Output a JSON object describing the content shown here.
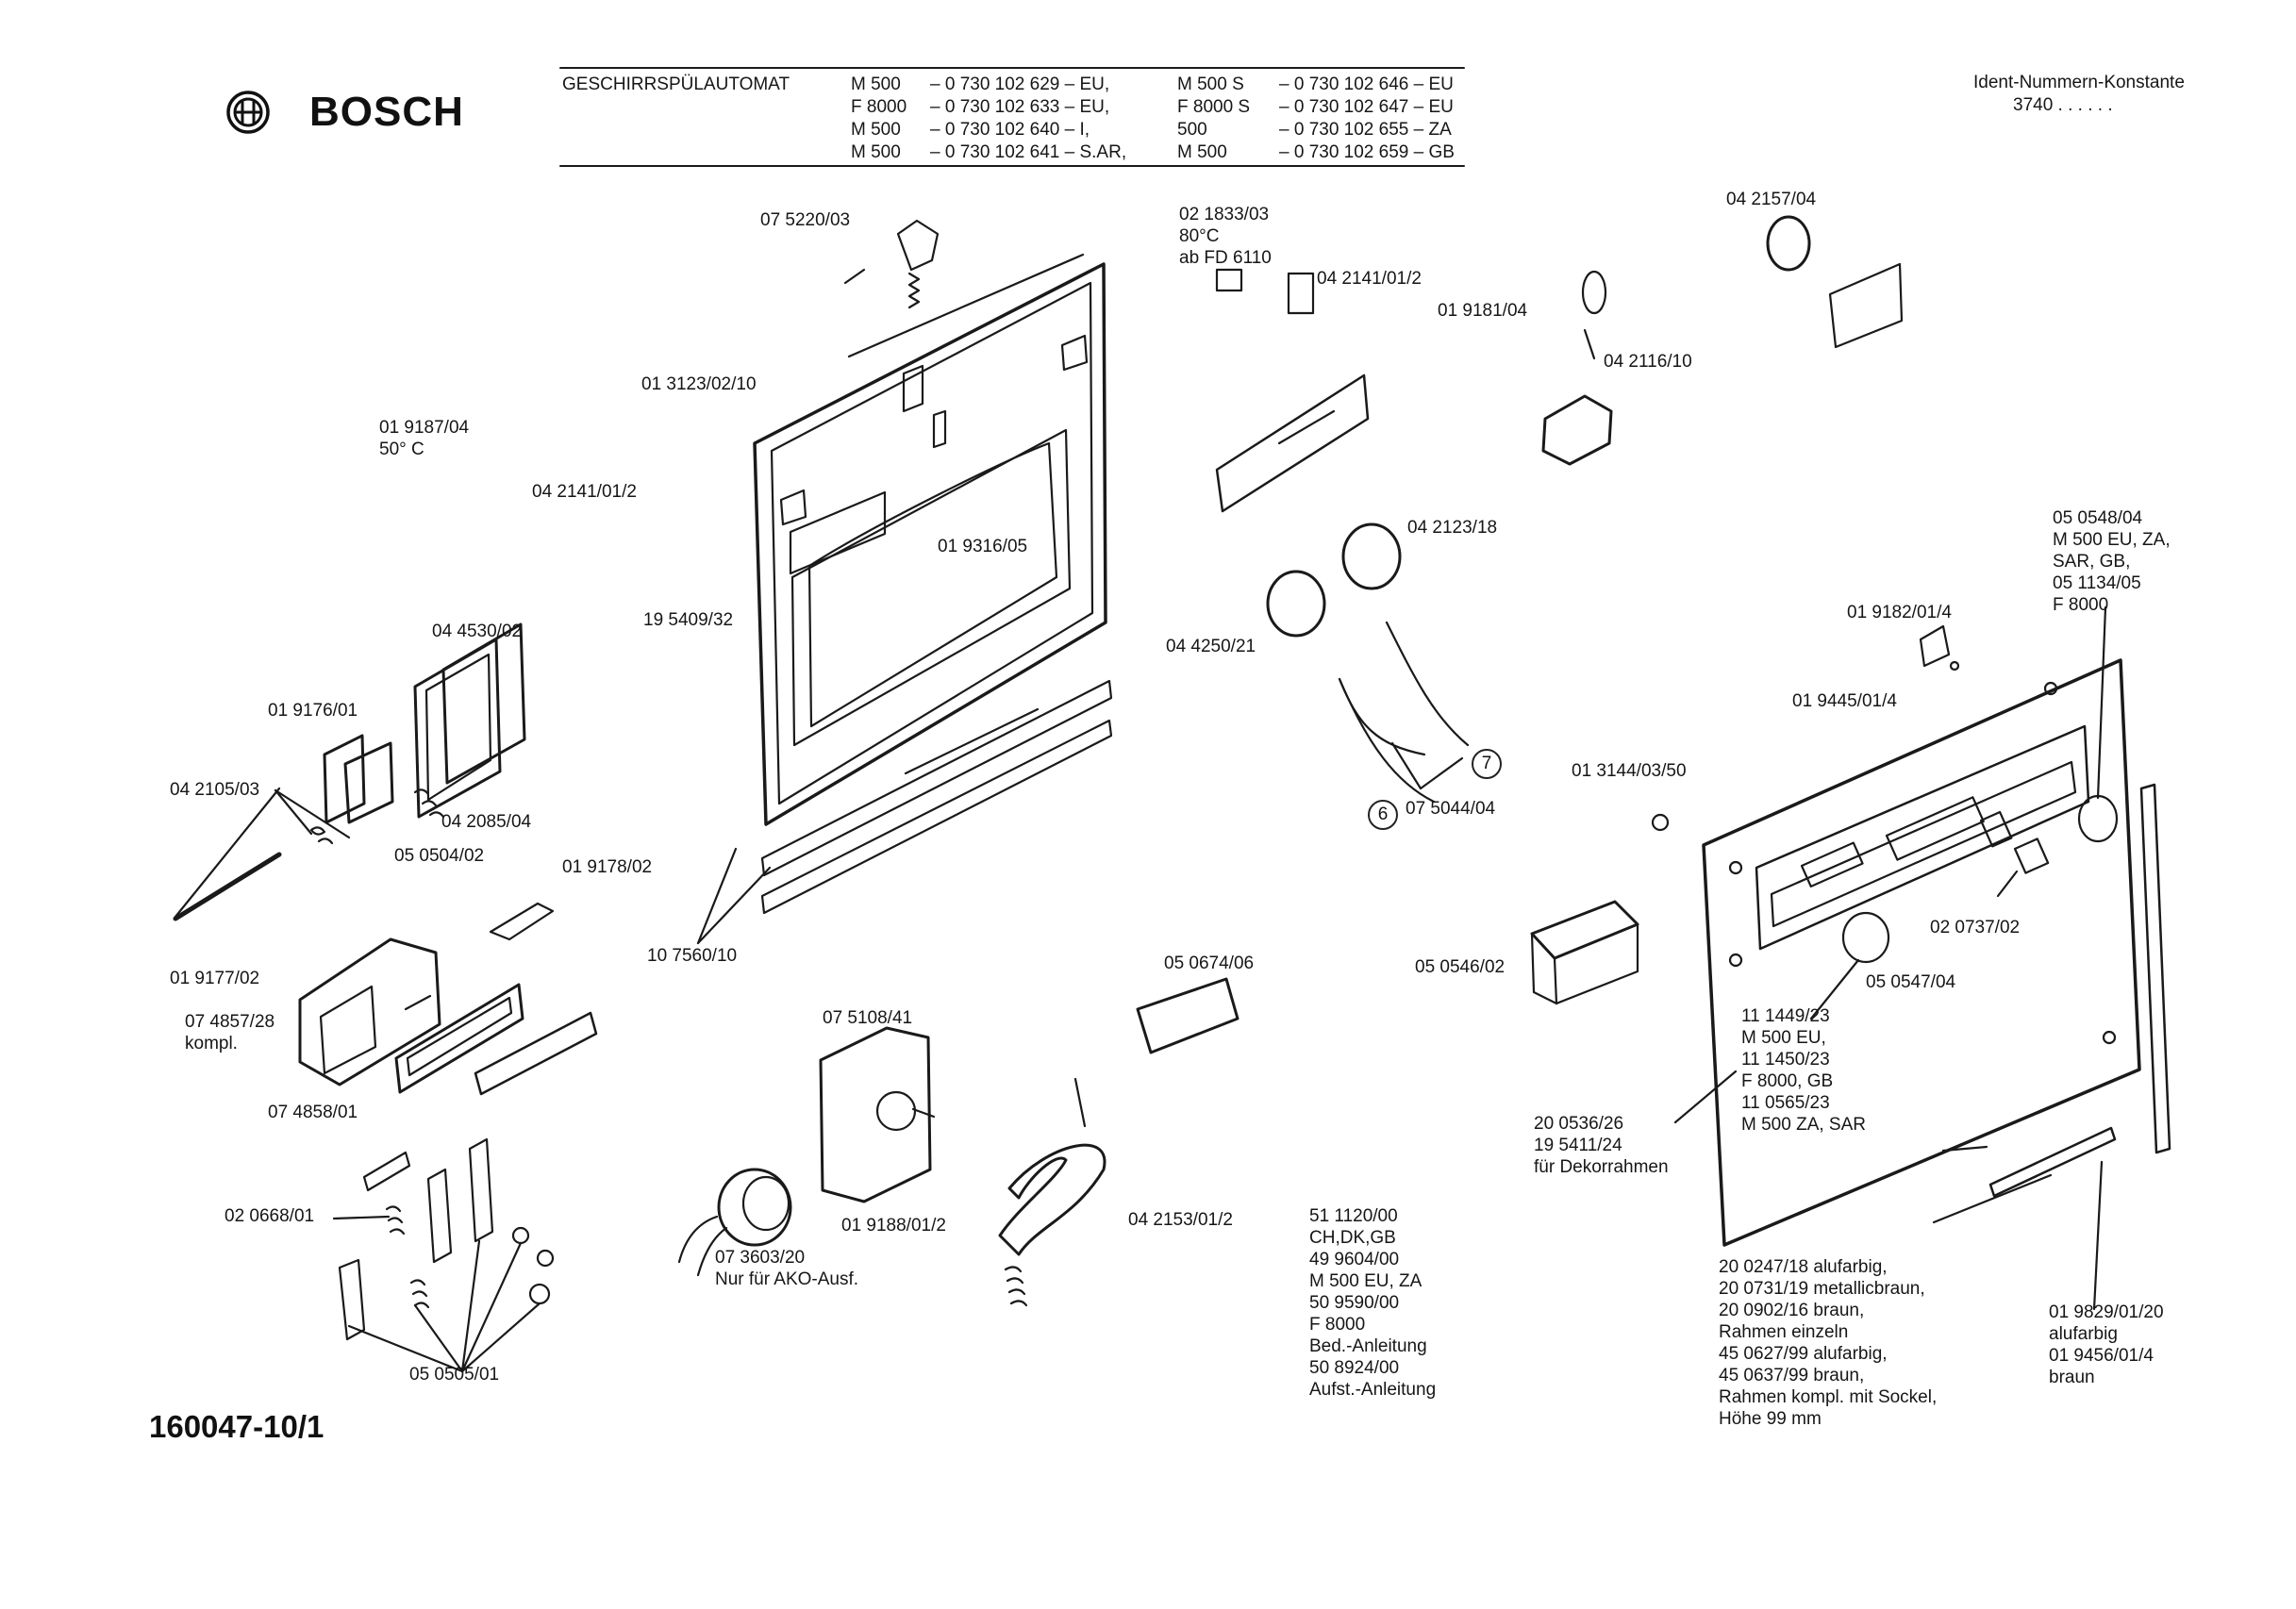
{
  "brand": {
    "name": "BOSCH",
    "logo_icon": "bosch-armature-icon"
  },
  "header": {
    "appliance": "GESCHIRRSPÜLAUTOMAT",
    "models": [
      {
        "model": "M 500",
        "number": "– 0 730 102 629 – EU,"
      },
      {
        "model": "F 8000",
        "number": "– 0 730 102 633 – EU,"
      },
      {
        "model": "M 500",
        "number": "– 0 730 102 640 – I,"
      },
      {
        "model": "M 500",
        "number": "– 0 730 102 641 – S.AR,"
      },
      {
        "model": "M 500 S",
        "number": "– 0 730 102 646 – EU"
      },
      {
        "model": "F 8000 S",
        "number": "– 0 730 102 647 – EU"
      },
      {
        "model": "500",
        "number": "– 0 730 102 655 – ZA"
      },
      {
        "model": "M 500",
        "number": "– 0 730 102 659 – GB"
      }
    ],
    "ident_title": "Ident-Nummern-Konstante",
    "ident_value": "3740   . .    . . . ."
  },
  "labels": [
    "07 5220/03",
    "02 1833/03\n80°C\nab FD 6110",
    "04 2141/01/2",
    "04 2157/04",
    "01 9181/04",
    "04 2116/10",
    "01 3123/02/10",
    "01 9187/04\n50° C",
    "04 2141/01/2",
    "01 9316/05",
    "04 2123/18",
    "05 0548/04\nM 500 EU, ZA,\nSAR, GB,\n05 1134/05\nF 8000",
    "04 4530/02",
    "19 5409/32",
    "04 4250/21",
    "01 9182/01/4",
    "01 9445/01/4",
    "01 9176/01",
    "04 2105/03",
    "04 2085/04",
    "07 5044/04",
    "01 3144/03/50",
    "05 0504/02",
    "01 9178/02",
    "02 0737/02",
    "10 7560/10",
    "05 0674/06",
    "05 0546/02",
    "05 0547/04",
    "01 9177/02",
    "07 4857/28\nkompl.",
    "07 5108/41",
    "11 1449/23\nM 500 EU,\n11 1450/23\nF 8000, GB\n11 0565/23\nM 500 ZA, SAR",
    "07 4858/01",
    "20 0536/26\n19 5411/24\nfür Dekorrahmen",
    "02 0668/01",
    "01 9188/01/2",
    "04 2153/01/2",
    "51 1120/00\nCH,DK,GB\n49 9604/00\nM 500 EU, ZA\n50 9590/00\nF 8000\nBed.-Anleitung\n50 8924/00\nAufst.-Anleitung",
    "07 3603/20\nNur für AKO-Ausf.",
    "20 0247/18 alufarbig,\n20 0731/19 metallicbraun,\n20 0902/16 braun,\nRahmen einzeln\n45 0627/99 alufarbig,\n45 0637/99 braun,\nRahmen kompl. mit Sockel,\nHöhe 99 mm",
    "01 9829/01/20\nalufarbig\n01 9456/01/4\nbraun",
    "05 0505/01"
  ],
  "callouts": [
    "6",
    "7"
  ],
  "footer": {
    "code": "160047-10/1"
  }
}
